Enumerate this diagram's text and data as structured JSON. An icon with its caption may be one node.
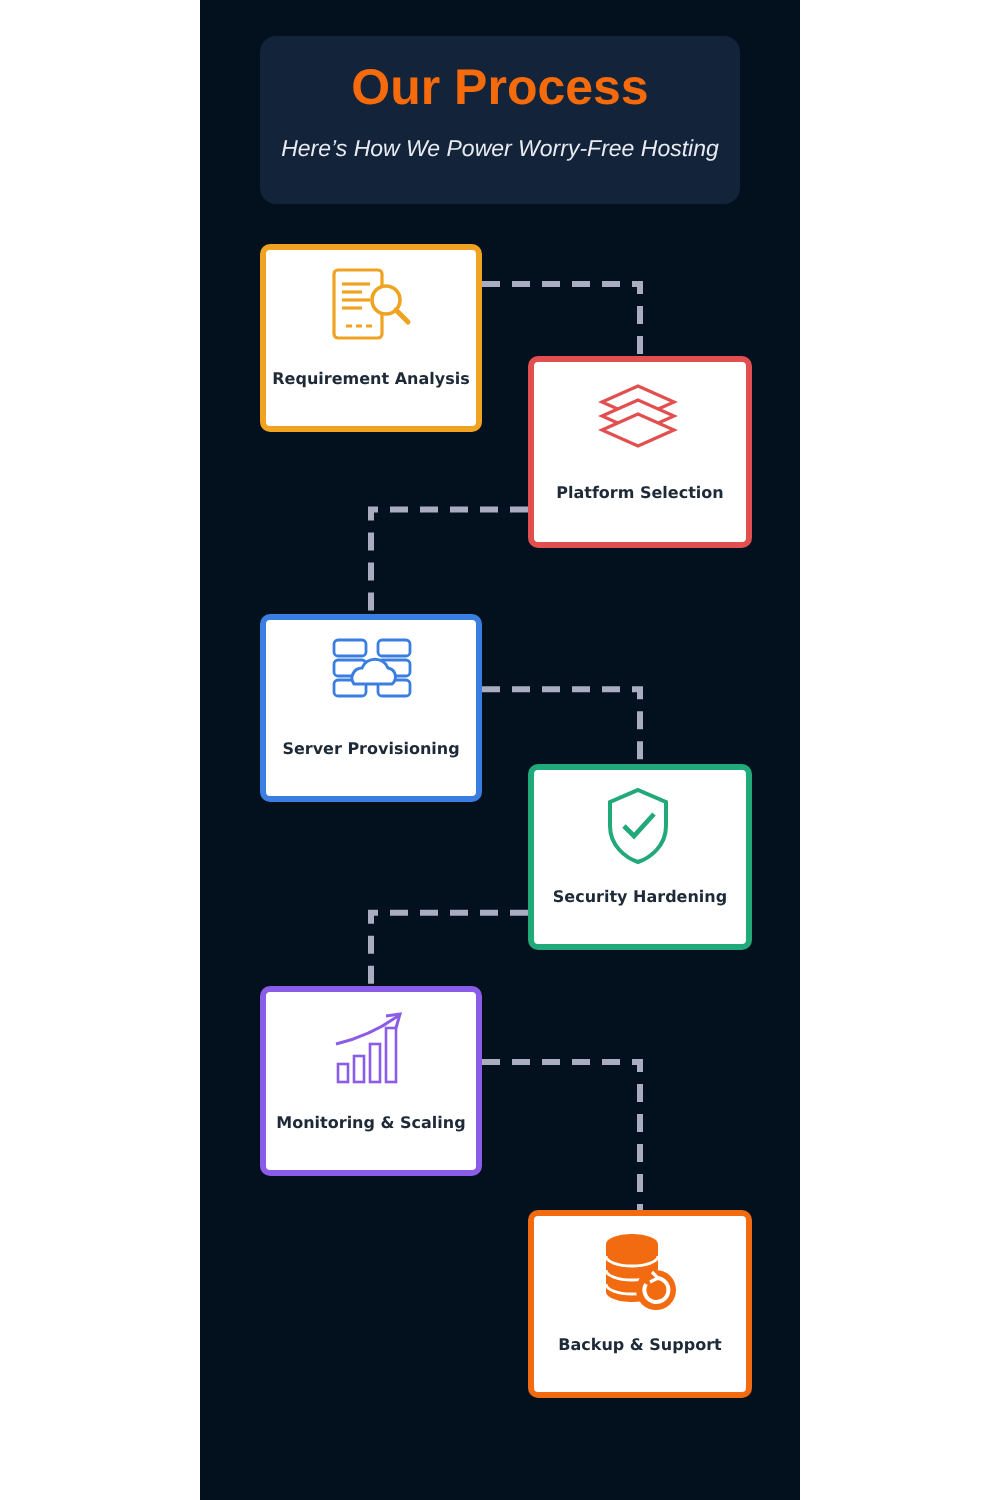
{
  "diagram": {
    "title": "Our Process",
    "nodes": [
      {
        "text": [
          "Requirement Analysis"
        ]
      },
      {
        "text": [
          "Platform Selection"
        ]
      },
      {
        "text": [
          "Server Provisioning"
        ]
      },
      {
        "text": [
          "Security Hardening"
        ]
      },
      {
        "text": [
          "Monitoring & Scaling"
        ]
      },
      {
        "text": [
          "Backup & Support"
        ]
      }
    ],
    "edges": [
      {
        "from": 0,
        "to": 1,
        "arrow": "none",
        "style": "dashed"
      },
      {
        "from": 1,
        "to": 2,
        "arrow": "none",
        "style": "dashed"
      },
      {
        "from": 2,
        "to": 3,
        "arrow": "none",
        "style": "dashed"
      },
      {
        "from": 3,
        "to": 4,
        "arrow": "none",
        "style": "dashed"
      },
      {
        "from": 4,
        "to": 5,
        "arrow": "none",
        "style": "dashed"
      }
    ],
    "labels": [
      "Here’s How We Power Worry-Free Hosting"
    ]
  }
}
